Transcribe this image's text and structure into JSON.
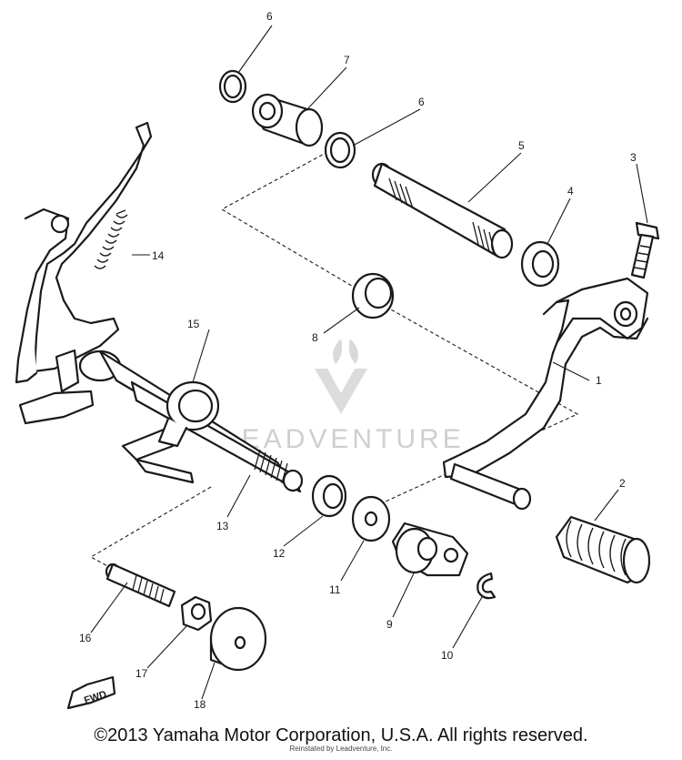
{
  "parts": [
    {
      "id": "part-1",
      "label": "1"
    },
    {
      "id": "part-2",
      "label": "2"
    },
    {
      "id": "part-3",
      "label": "3"
    },
    {
      "id": "part-4",
      "label": "4"
    },
    {
      "id": "part-5",
      "label": "5"
    },
    {
      "id": "part-6a",
      "label": "6"
    },
    {
      "id": "part-6b",
      "label": "6"
    },
    {
      "id": "part-7",
      "label": "7"
    },
    {
      "id": "part-8",
      "label": "8"
    },
    {
      "id": "part-9",
      "label": "9"
    },
    {
      "id": "part-10",
      "label": "10"
    },
    {
      "id": "part-11",
      "label": "11"
    },
    {
      "id": "part-12",
      "label": "12"
    },
    {
      "id": "part-13",
      "label": "13"
    },
    {
      "id": "part-14",
      "label": "14"
    },
    {
      "id": "part-15",
      "label": "15"
    },
    {
      "id": "part-16",
      "label": "16"
    },
    {
      "id": "part-17",
      "label": "17"
    },
    {
      "id": "part-18",
      "label": "18"
    }
  ],
  "fwd_label": "FWD",
  "watermark": "LEADVENTURE",
  "copyright": "©2013 Yamaha Motor Corporation, U.S.A. All rights reserved.",
  "credit": "Reinstated by Leadventure, Inc."
}
